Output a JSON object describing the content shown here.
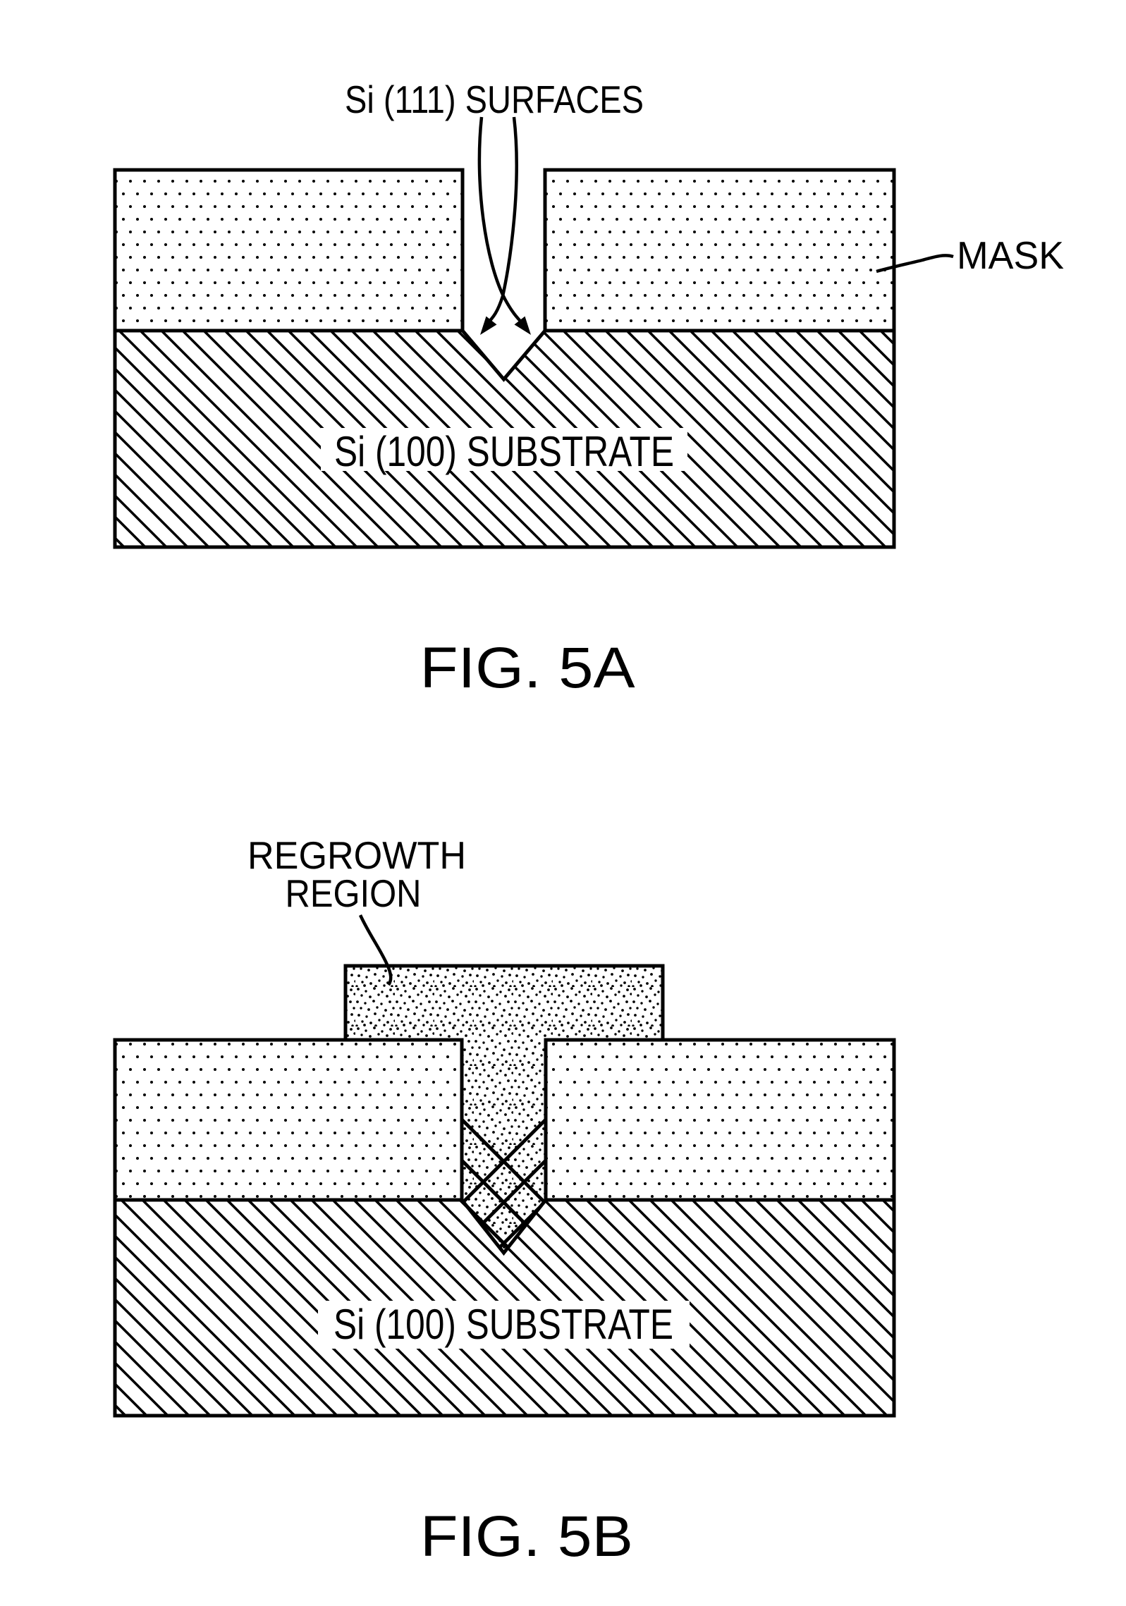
{
  "document": {
    "type": "patent-figure-sheet",
    "colors": {
      "ink": "#000000",
      "background": "#ffffff"
    }
  },
  "figures": [
    {
      "id": "5A",
      "caption": "FIG. 5A",
      "labels": {
        "surfaces": "Si (111) SURFACES",
        "mask": "MASK",
        "substrate": "Si (100) SUBSTRATE"
      },
      "regions": {
        "mask_pattern": "regular-dot-grid",
        "substrate_pattern": "diagonal-hatch-45deg",
        "groove": "V-groove etched in substrate between mask openings"
      }
    },
    {
      "id": "5B",
      "caption": "FIG. 5B",
      "labels": {
        "regrowth_line1": "REGROWTH",
        "regrowth_line2": "REGION",
        "substrate": "Si (100) SUBSTRATE"
      },
      "regions": {
        "mask_pattern": "regular-dot-grid",
        "substrate_pattern": "diagonal-hatch-45deg",
        "regrowth_pattern": "random-stipple",
        "groove": "V-groove filled by regrowth with crosshatched defect lines"
      }
    }
  ]
}
